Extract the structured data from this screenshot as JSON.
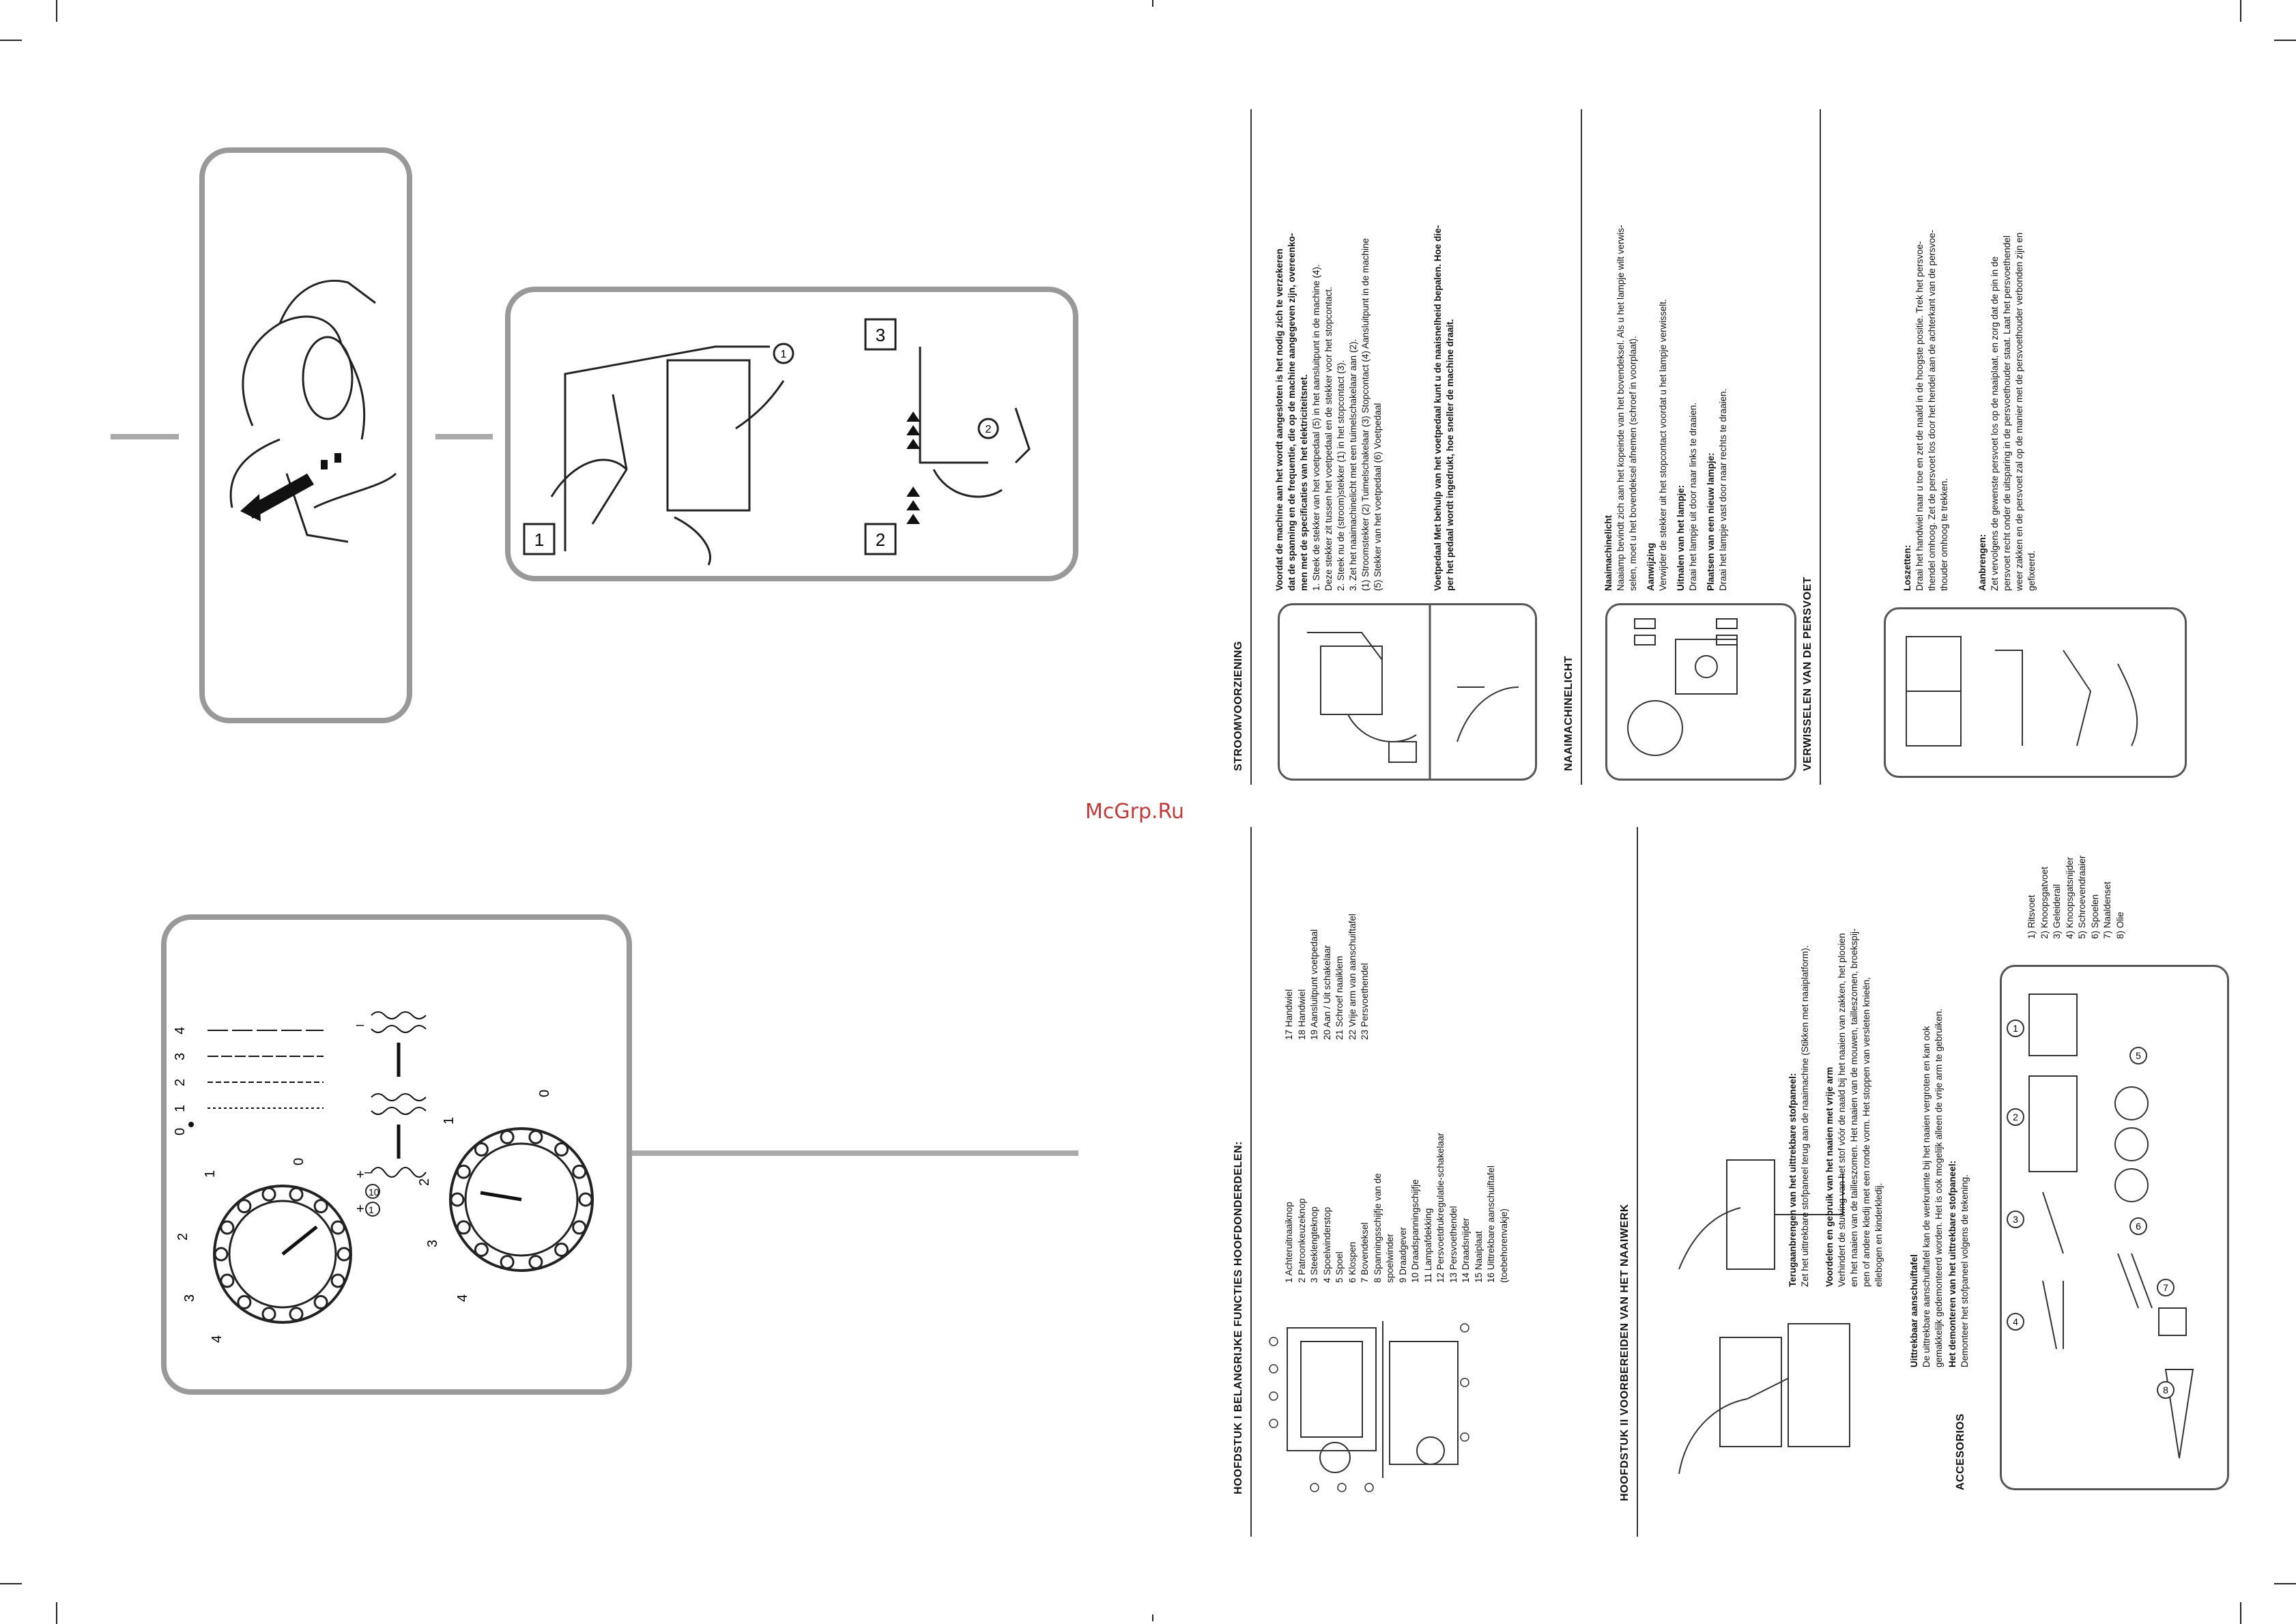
{
  "watermark": "McGrp.Ru",
  "dials": {
    "stitch_length": {
      "top": "0",
      "l1": "1",
      "l2": "2",
      "l3": "3",
      "l4": "4",
      "minus": "–",
      "plus": "+",
      "c1": "1",
      "c2": "10"
    },
    "length_scale": [
      "0",
      "1",
      "2",
      "3",
      "4"
    ],
    "tension": {
      "n0": "0",
      "n1": "1",
      "n2": "2",
      "n3": "3",
      "n4": "4"
    },
    "tension_marks": {
      "minus": "–",
      "plus": "+"
    }
  },
  "foot_steps": [
    "1",
    "2",
    "3"
  ],
  "foot_callouts": [
    "1",
    "2"
  ],
  "col1": {
    "heading": "HOOFDSTUK I BELANGRIJKE FUNCTIES HOOFDONDERDELEN:",
    "parts_a": [
      "1  Achteruitnaaiknop",
      "2  Patroonkeuzeknop",
      "3  Steeklengteknop",
      "4  Spoelwinderstop",
      "5  Spoel",
      "6  Klospen",
      "7  Bovendeksel",
      "8  Spanningsschijfje van de",
      "    spoelwinder",
      "9  Draadgever",
      "10 Draadspanningschijfje",
      "11 Lampafdekking",
      "12 Persvoetdrukregulatie-schakelaar",
      "13 Persvoethendel",
      "14 Draadsnijder",
      "15 Naaiplaat",
      "16 Uittrekbare aanschuiftafel",
      "    (toebehorenvakje)"
    ],
    "parts_b": [
      "17 Handwiel",
      "18 Handwiel",
      "19 Aansluitpunt voetpedaal",
      "20 Aan / Uit schakelaar",
      "21 Schroef naaiklem",
      "22 Vrije arm van aanschuiftafel",
      "23 Persvoethendel"
    ]
  },
  "col2": {
    "heading": "HOOFDSTUK II VOORBEREIDEN VAN HET NAAIWERK",
    "s1_title": "Uittrekbaar aanschuiftafel",
    "s1_text": [
      "De uittrekbare aanschuiftafel kan de werkruimte bij het naaien vergroten en kan ook",
      "gemakkelijk gedemonteerd worden. Het is ook mogelijk alleen de vrije arm te gebruiken."
    ],
    "s2_title": "Het demonteren van het uittrekbare stofpaneel:",
    "s2_text": [
      "Demonteer het stofpaneel volgens de tekening."
    ],
    "s3_title": "Terugaanbrengen van het uittrekbare stofpaneel:",
    "s3_text": [
      "Zet het uittrekbare stofpaneel terug aan de naaimachine (Stikken met naaiplatform)."
    ],
    "s4_title": "Voordelen en gebruik van het naaien met vrije arm",
    "s4_text": [
      "Verhindert de stuwing van het stof vóór de naald bij het naaien van zakken, het plooien",
      "en het naaien van de tailleszomen. Het naaien van de mouwen, tailleszomen, broekspij-",
      "pen of andere kledij met een ronde vorm. Het stoppen van versleten knieën,",
      "ellebogen en kinderkledij."
    ],
    "acc_heading": "ACCESORIOS",
    "acc_list": [
      "1) Ritsvoet",
      "2) Knoopsgatvoet",
      "3) Geleiderail",
      "4) Knoopsgatsnijder",
      "5) Schroevendraaier",
      "6) Spoelen",
      "7) Naaldenset",
      "8) Olie"
    ],
    "acc_labels": [
      "1",
      "2",
      "3",
      "4",
      "5",
      "6",
      "7",
      "8"
    ]
  },
  "col3": {
    "heading": "STROOMVOORZIENING",
    "intro_bold": [
      "Voordat de machine aan het wordt aangesloten is het nodig zich te verzekeren",
      "dat de spanning en de frequentie, die op de machine aangegeven zijn, overeenko-",
      "men met de specificaties van het elektriciteitsnet."
    ],
    "steps": [
      "1. Steek de stekker van het voetpedaal (5) in het aansluitpunt in de machine (4).",
      "Deze stekker zit tussen het voetpedaal en de stekker voor het stopcontact.",
      "2. Steek nu de (stroom)stekker (1) in het stopcontact (3).",
      "3. Zet het naaimachinelicht met een tuimelschakelaar aan (2).",
      "(1) Stroomstekker (2) Tuimelschakelaar (3) Stopcontact (4) Aansluitpunt in de machine",
      "(5) Stekker van het voetpedaal (6) Voetpedaal"
    ],
    "pedal_bold": [
      "Voetpedaal Met behulp van het voetpedaal kunt u de naaisnelheid bepalen. Hoe die-",
      "per het pedaal wordt ingedrukt, hoe sneller de machine draait."
    ],
    "light_heading": "NAAIMACHINELICHT",
    "light_title": "Naaimachinelicht",
    "light_text": [
      "Naaiamp bevindt zich aan het kopeinde van het bovendeksel. Als u het lampje wilt verwis-",
      "selen, moet u het bovendeksel afnemen (schroef in voorplaat)."
    ],
    "hint_title": "Aanwijzing",
    "hint_text": [
      "Verwijder de stekker uit het stopcontact voordat u het lampje verwisselt."
    ],
    "remove_title": "Uitnalen van het lampje:",
    "remove_text": [
      "Draai het lampje uit door naar links te draaien."
    ],
    "place_title": "Plaatsen van een nieuw lampje:",
    "place_text": [
      "Draai het lampje vast door naar rechts te draaien."
    ],
    "foot_heading": "VERWISSELEN VAN DE PERSVOET",
    "loose_title": "Loszetten:",
    "loose_text": [
      "Draai het handwiel naar u toe en zet de naald in de hoogste positie. Trek het persvoe-",
      "thendel omhoog. Zet de persvoet los door het hendel aan de achterkant van de persvoe-",
      "thouder omhoog te trekken."
    ],
    "attach_title": "Aanbrengen:",
    "attach_text": [
      "Zet vervolgens de gewenste persvoet los op de naaiplaat, en zorg dat de pin in de",
      "persvoet recht onder de uitsparing in de persvoethouder staat. Laat het persvoethendel",
      "weer zakken en de persvoet zal op de manier met de persvoethouder verbonden zijn en",
      "gefixeerd."
    ]
  }
}
